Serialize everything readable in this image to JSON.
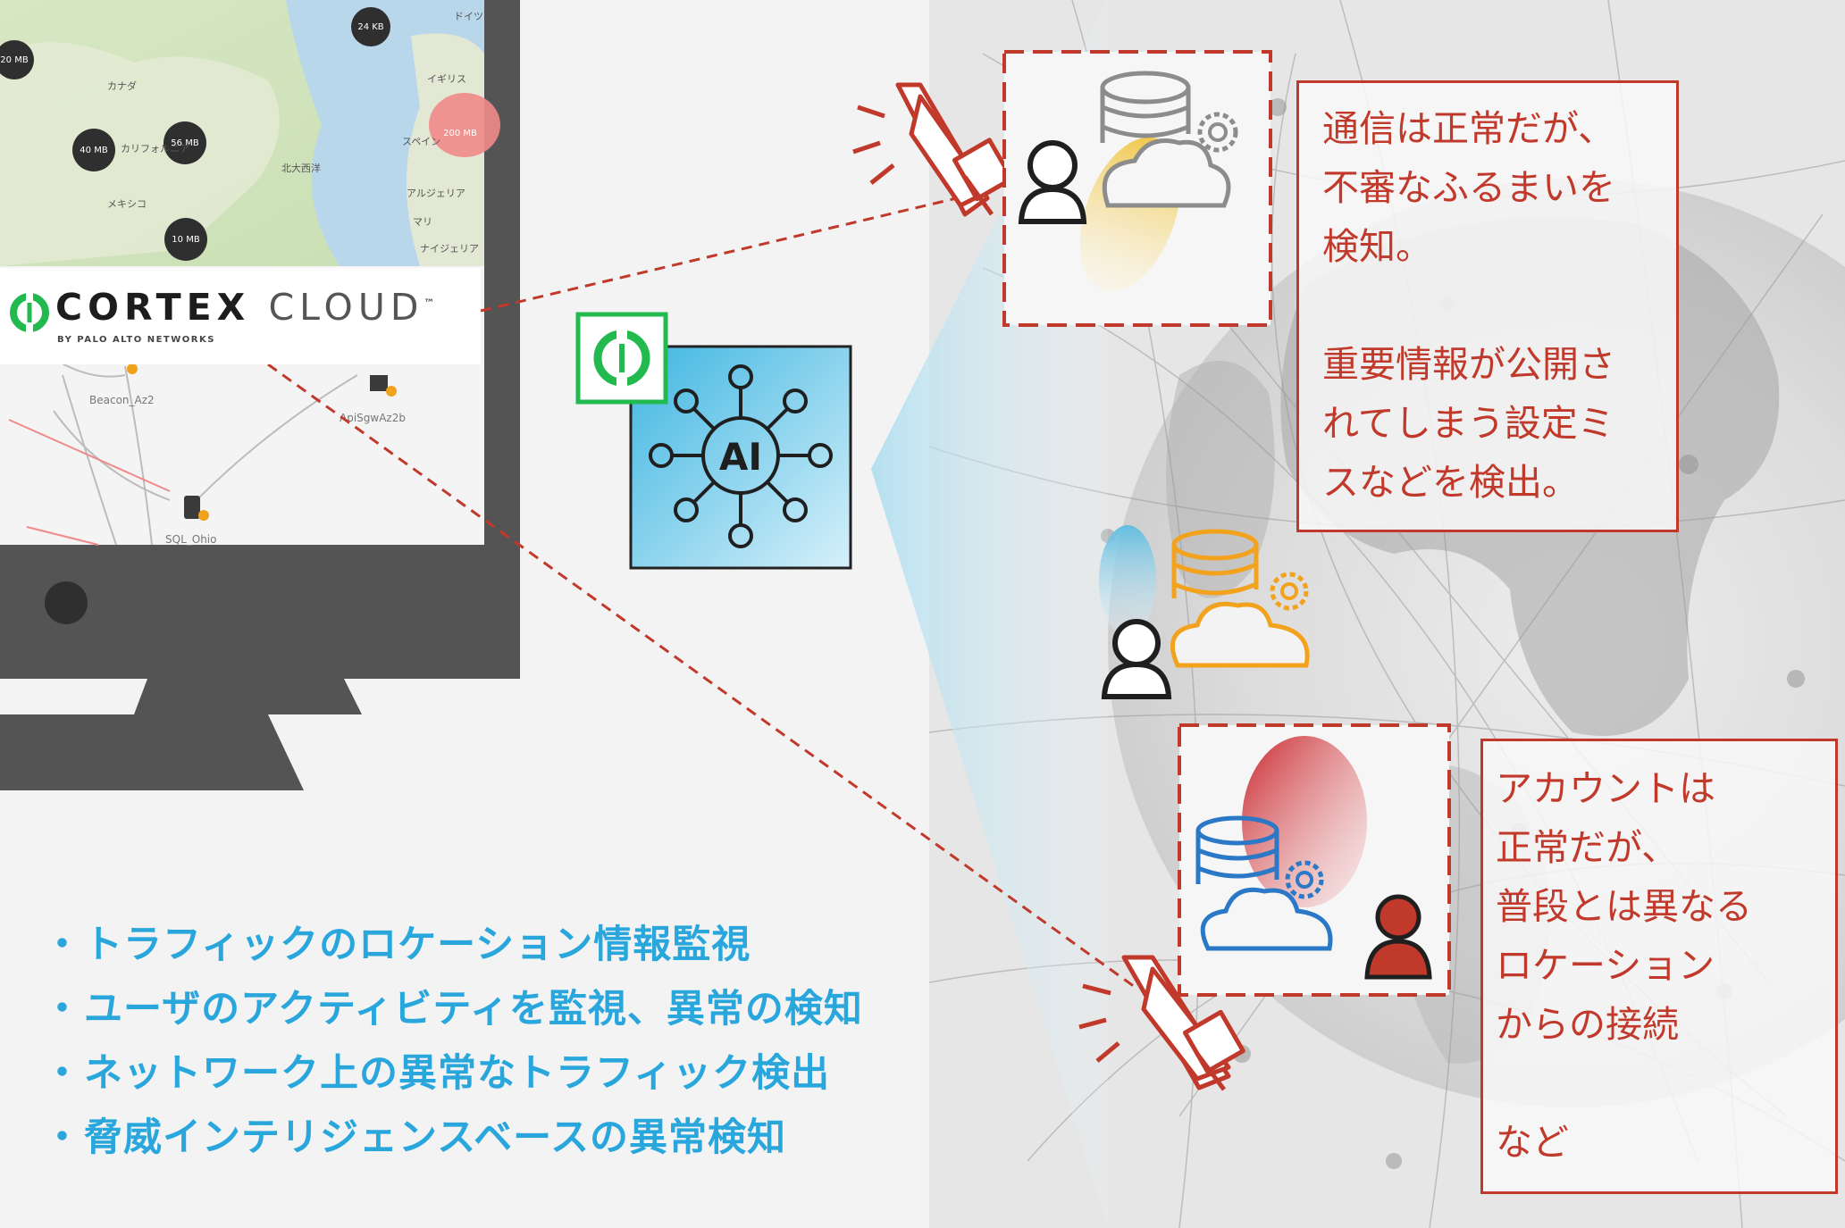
{
  "logo": {
    "brand_a": "CORTEX",
    "brand_b": "CLOUD",
    "trademark": "™",
    "tagline": "BY PALO ALTO NETWORKS"
  },
  "map_labels": [
    {
      "id": "n1",
      "text": "カナダ"
    },
    {
      "id": "n2",
      "text": "北大西洋"
    },
    {
      "id": "n3",
      "text": "メキシコ"
    },
    {
      "id": "n4",
      "text": "イギリス"
    },
    {
      "id": "n5",
      "text": "スペイン"
    },
    {
      "id": "n6",
      "text": "アルジェリア"
    },
    {
      "id": "n7",
      "text": "マリ"
    },
    {
      "id": "n8",
      "text": "ナイジェリア"
    },
    {
      "id": "n9",
      "text": "ドイツ"
    },
    {
      "id": "n10",
      "text": "カリフォルニア"
    }
  ],
  "map_markers": [
    {
      "id": "m1",
      "text": "40 MB"
    },
    {
      "id": "m2",
      "text": "56 MB"
    },
    {
      "id": "m3",
      "text": "10 MB"
    },
    {
      "id": "m4",
      "text": "24 KB"
    },
    {
      "id": "m5",
      "text": "20 MB"
    },
    {
      "id": "m6",
      "text": "200 MB"
    }
  ],
  "topology_labels": [
    {
      "id": "t1",
      "text": "Beacon_Az2"
    },
    {
      "id": "t2",
      "text": "ApiSgwAz2b"
    },
    {
      "id": "t3",
      "text": "SQL_Ohio"
    }
  ],
  "ai_chip": {
    "label": "AI"
  },
  "callout_top": {
    "lines": [
      "通信は正常だが、",
      "不審なふるまいを",
      "検知。",
      "",
      "重要情報が公開さ",
      "れてしまう設定ミ",
      "スなどを検出。"
    ]
  },
  "callout_bottom": {
    "lines": [
      "アカウントは",
      "正常だが、",
      "普段とは異なる",
      "ロケーション",
      "からの接続",
      "",
      "など"
    ]
  },
  "bullets": {
    "marker": "・",
    "items": [
      "トラフィックのロケーション情報監視",
      "ユーザのアクティビティを監視、異常の検知",
      "ネットワーク上の異常なトラフィック検出",
      "脅威インテリジェンスベースの異常検知"
    ]
  },
  "colors": {
    "alert_red": "#c0392b",
    "bullet_blue": "#29a7dd",
    "logo_green": "#22b94f",
    "monitor_gray": "#545454",
    "ai_blue": "#5fc3e4",
    "normal_orange": "#f3a21d",
    "anomaly_blue": "#2b78c7"
  },
  "icons": [
    "megaphone-icon",
    "user-icon",
    "database-icon",
    "cloud-icon",
    "gear-icon",
    "ai-network-icon",
    "cortex-logo-icon"
  ]
}
